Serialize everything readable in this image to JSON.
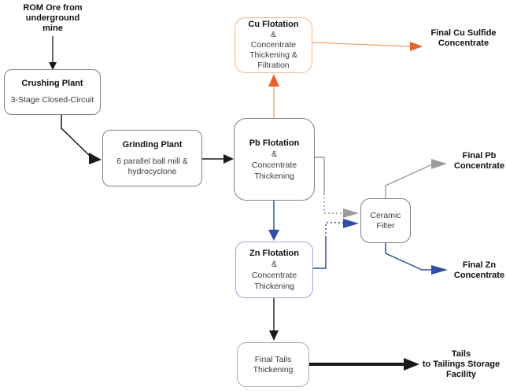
{
  "nodes": {
    "rom_source": {
      "line1": "ROM Ore from",
      "line2": "underground",
      "line3": "mine"
    },
    "crushing_plant": {
      "title": "Crushing Plant",
      "subtitle": "3-Stage Closed-Circuit"
    },
    "grinding_plant": {
      "title": "Grinding Plant",
      "subtitle_line1": "6 parallel ball mill &",
      "subtitle_line2": "hydrocyclone"
    },
    "cu_flotation": {
      "title": "Cu Flotation",
      "line2": "&",
      "line3": "Concentrate",
      "line4": "Thickening &",
      "line5": "Filtration"
    },
    "pb_flotation": {
      "title": "Pb Flotation",
      "line2": "&",
      "line3": "Concentrate",
      "line4": "Thickening"
    },
    "zn_flotation": {
      "title": "Zn Flotation",
      "line2": "&",
      "line3": "Concentrate",
      "line4": "Thickening"
    },
    "ceramic_filter": {
      "line1": "Ceramic",
      "line2": "Filter"
    },
    "final_tails_thickening": {
      "line1": "Final Tails",
      "line2": "Thickening"
    }
  },
  "outputs": {
    "final_cu": {
      "line1": "Final Cu Sulfide",
      "line2": "Concentrate"
    },
    "final_pb": {
      "line1": "Final Pb",
      "line2": "Concentrate"
    },
    "final_zn": {
      "line1": "Final Zn",
      "line2": "Concentrate"
    },
    "final_tails": {
      "line1": "Tails",
      "line2": "to Tailings Storage",
      "line3": "Facility"
    }
  },
  "colors": {
    "main_flow": "#1a1a1a",
    "cu_line": "#F0A26C",
    "cu_arrow": "#E8622C",
    "cu_box_border": "#F2B488",
    "pb_stream": "#9B9B9B",
    "zn_stream": "#2E4FA3",
    "zn_box_border": "#9BA6D4",
    "gray_box_border": "#828282",
    "tails_box_border": "#ABABAB"
  },
  "connections": [
    {
      "from": "ROM Ore from underground mine",
      "to": "Crushing Plant",
      "style": "solid",
      "stream": "ore"
    },
    {
      "from": "Crushing Plant",
      "to": "Grinding Plant",
      "style": "solid",
      "stream": "ore"
    },
    {
      "from": "Grinding Plant",
      "to": "Pb Flotation & Concentrate Thickening",
      "style": "solid",
      "stream": "ore"
    },
    {
      "from": "Pb Flotation & Concentrate Thickening",
      "to": "Cu Flotation & Concentrate Thickening & Filtration",
      "style": "solid",
      "stream": "cu"
    },
    {
      "from": "Cu Flotation & Concentrate Thickening & Filtration",
      "to": "Final Cu Sulfide Concentrate",
      "style": "solid",
      "stream": "cu"
    },
    {
      "from": "Pb Flotation & Concentrate Thickening",
      "to": "Zn Flotation & Concentrate Thickening",
      "style": "solid",
      "stream": "zn"
    },
    {
      "from": "Pb Flotation & Concentrate Thickening",
      "to": "Ceramic Filter",
      "style": "dotted",
      "stream": "pb"
    },
    {
      "from": "Zn Flotation & Concentrate Thickening",
      "to": "Ceramic Filter",
      "style": "dotted",
      "stream": "zn"
    },
    {
      "from": "Ceramic Filter",
      "to": "Final Pb Concentrate",
      "style": "solid",
      "stream": "pb"
    },
    {
      "from": "Ceramic Filter",
      "to": "Final Zn Concentrate",
      "style": "solid",
      "stream": "zn"
    },
    {
      "from": "Zn Flotation & Concentrate Thickening",
      "to": "Final Tails Thickening",
      "style": "solid",
      "stream": "tails"
    },
    {
      "from": "Final Tails Thickening",
      "to": "Tails to Tailings Storage Facility",
      "style": "solid-thick",
      "stream": "tails"
    }
  ]
}
